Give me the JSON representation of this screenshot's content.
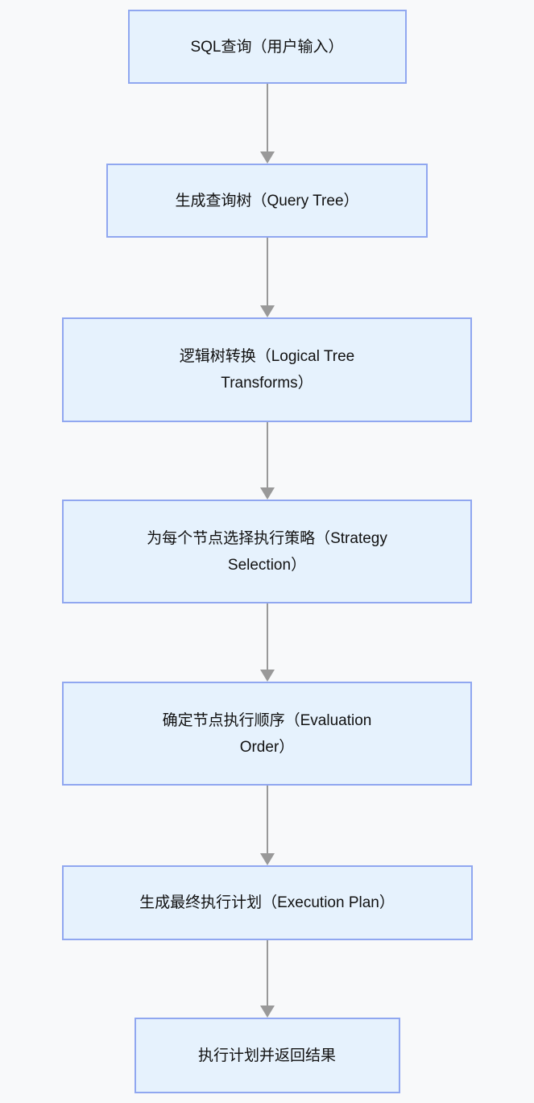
{
  "diagram": {
    "type": "flowchart",
    "direction": "top-to-bottom",
    "nodes": [
      {
        "label": "SQL查询（用户输入）"
      },
      {
        "label": "生成查询树（Query Tree）"
      },
      {
        "label": "逻辑树转换（Logical Tree\nTransforms）"
      },
      {
        "label": "为每个节点选择执行策略（Strategy\nSelection）"
      },
      {
        "label": "确定节点执行顺序（Evaluation\nOrder）"
      },
      {
        "label": "生成最终执行计划（Execution Plan）"
      },
      {
        "label": "执行计划并返回结果"
      }
    ],
    "edges": [
      {
        "from": 0,
        "to": 1
      },
      {
        "from": 1,
        "to": 2
      },
      {
        "from": 2,
        "to": 3
      },
      {
        "from": 3,
        "to": 4
      },
      {
        "from": 4,
        "to": 5
      },
      {
        "from": 5,
        "to": 6
      }
    ]
  },
  "colors": {
    "background": "#F8F9FA",
    "node_fill": "#E6F2FD",
    "node_border": "#90A7F0",
    "arrow": "#999999",
    "text": "#111111"
  }
}
